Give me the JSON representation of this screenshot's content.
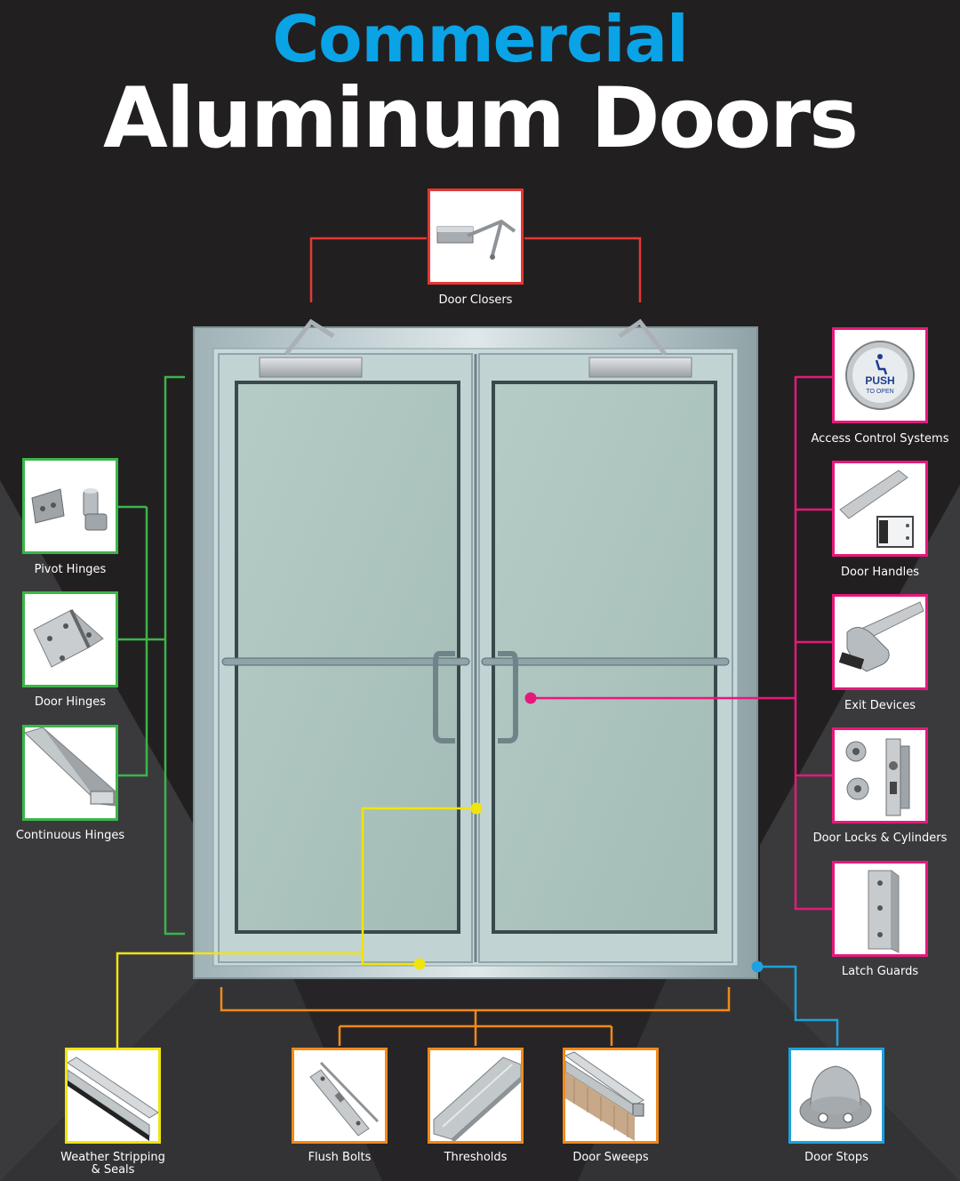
{
  "header": {
    "title_line1": "Commercial",
    "title_line2": "Aluminum Doors"
  },
  "colors": {
    "background": "#221f20",
    "title_accent": "#0aa3e6",
    "closers": "#e53935",
    "hinges": "#3cb54a",
    "hardware": "#e6197a",
    "weather": "#f0e40f",
    "bottom": "#f28a1a",
    "stops": "#1ea1dc"
  },
  "products": {
    "door_closers": {
      "label": "Door Closers",
      "icon": "door-closer-icon"
    },
    "pivot_hinges": {
      "label": "Pivot Hinges",
      "icon": "pivot-hinge-icon"
    },
    "door_hinges": {
      "label": "Door Hinges",
      "icon": "butt-hinge-icon"
    },
    "continuous_hinges": {
      "label": "Continuous Hinges",
      "icon": "continuous-hinge-icon"
    },
    "access_control": {
      "label": "Access Control Systems",
      "icon": "push-button-icon",
      "button_text_1": "PUSH",
      "button_text_2": "TO OPEN"
    },
    "door_handles": {
      "label": "Door Handles",
      "icon": "door-handle-icon"
    },
    "exit_devices": {
      "label": "Exit Devices",
      "icon": "exit-device-icon"
    },
    "door_locks": {
      "label": "Door Locks & Cylinders",
      "icon": "lock-cylinder-icon"
    },
    "latch_guards": {
      "label": "Latch Guards",
      "icon": "latch-guard-icon"
    },
    "weather_stripping": {
      "label_line1": "Weather Stripping",
      "label_line2": "& Seals",
      "icon": "weather-strip-icon"
    },
    "flush_bolts": {
      "label": "Flush Bolts",
      "icon": "flush-bolt-icon"
    },
    "thresholds": {
      "label": "Thresholds",
      "icon": "threshold-icon"
    },
    "door_sweeps": {
      "label": "Door Sweeps",
      "icon": "door-sweep-icon"
    },
    "door_stops": {
      "label": "Door Stops",
      "icon": "door-stop-icon"
    }
  }
}
